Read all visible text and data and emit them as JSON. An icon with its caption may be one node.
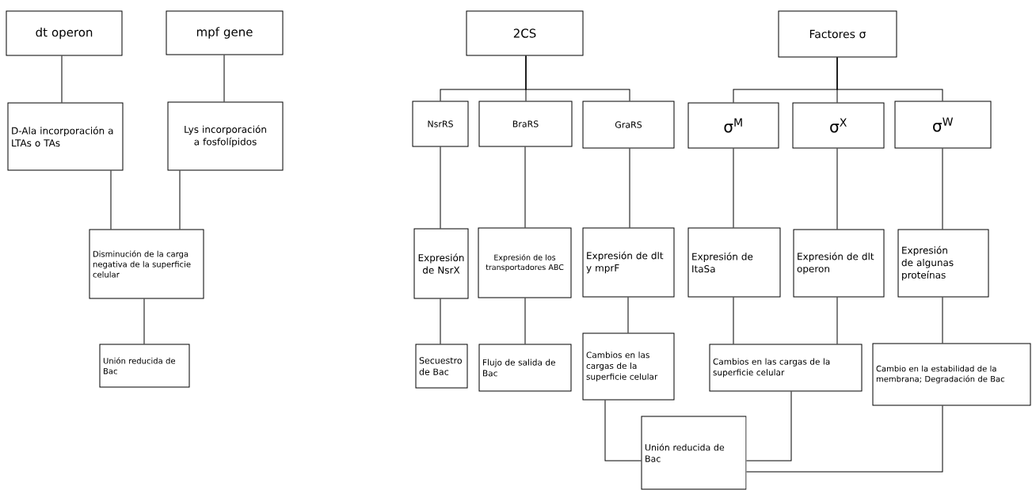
{
  "diagram": {
    "nodes": [
      {
        "text": [
          "dt operon"
        ]
      },
      {
        "text": [
          "mpf gene"
        ]
      },
      {
        "text": [
          "D-Ala incorporación a LTAs o TAs"
        ]
      },
      {
        "text": [
          "Lys incorporación a fosfolípidos"
        ]
      },
      {
        "text": [
          "Disminución de la carga negativa de la superficie celular"
        ]
      },
      {
        "text": [
          "Unión reducida de Bac"
        ]
      },
      {
        "text": [
          "2CS"
        ]
      },
      {
        "text": [
          "Factores σ"
        ]
      },
      {
        "text": [
          "NsrRS"
        ]
      },
      {
        "text": [
          "BraRS"
        ]
      },
      {
        "text": [
          "GraRS"
        ]
      },
      {
        "text": [
          "σ$^{M}$"
        ]
      },
      {
        "text": [
          "σ$^{X}$"
        ]
      },
      {
        "text": [
          "σ$^{W}$"
        ]
      },
      {
        "text": [
          "Expresión de NsrX"
        ]
      },
      {
        "text": [
          "Expresión de los transportadores ABC"
        ]
      },
      {
        "text": [
          "Expresión de dlt y mprF"
        ]
      },
      {
        "text": [
          "Expresión de ItaSa"
        ]
      },
      {
        "text": [
          "Expresión de dlt operon"
        ]
      },
      {
        "text": [
          "Expresión de algunas proteínas"
        ]
      },
      {
        "text": [
          "Secuestro de Bac"
        ]
      },
      {
        "text": [
          "Flujo de salida de Bac"
        ]
      },
      {
        "text": [
          "Cambios en las cargas de la superficie celular"
        ]
      },
      {
        "text": [
          "Cambios en las cargas de la superficie celular"
        ]
      },
      {
        "text": [
          "Cambio en la estabilidad de la membrana; Degradación de Bac"
        ]
      },
      {
        "text": [
          "Unión reducida de Bac"
        ]
      }
    ],
    "edges": [
      {
        "from": 0,
        "to": 2,
        "arrow": "none"
      },
      {
        "from": 1,
        "to": 3,
        "arrow": "none"
      },
      {
        "from": 2,
        "to": 4,
        "arrow": "none"
      },
      {
        "from": 3,
        "to": 4,
        "arrow": "none"
      },
      {
        "from": 4,
        "to": 5,
        "arrow": "none"
      },
      {
        "from": 6,
        "to": 8,
        "arrow": "none"
      },
      {
        "from": 6,
        "to": 9,
        "arrow": "none"
      },
      {
        "from": 6,
        "to": 10,
        "arrow": "none"
      },
      {
        "from": 7,
        "to": 11,
        "arrow": "none"
      },
      {
        "from": 7,
        "to": 12,
        "arrow": "none"
      },
      {
        "from": 7,
        "to": 13,
        "arrow": "none"
      },
      {
        "from": 8,
        "to": 14,
        "arrow": "none"
      },
      {
        "from": 9,
        "to": 15,
        "arrow": "none"
      },
      {
        "from": 10,
        "to": 16,
        "arrow": "none"
      },
      {
        "from": 11,
        "to": 17,
        "arrow": "none"
      },
      {
        "from": 12,
        "to": 18,
        "arrow": "none"
      },
      {
        "from": 13,
        "to": 19,
        "arrow": "none"
      },
      {
        "from": 14,
        "to": 20,
        "arrow": "none"
      },
      {
        "from": 15,
        "to": 21,
        "arrow": "none"
      },
      {
        "from": 16,
        "to": 22,
        "arrow": "none"
      },
      {
        "from": 17,
        "to": 23,
        "arrow": "none"
      },
      {
        "from": 18,
        "to": 23,
        "arrow": "none"
      },
      {
        "from": 19,
        "to": 24,
        "arrow": "none"
      },
      {
        "from": 22,
        "to": 25,
        "arrow": "none"
      },
      {
        "from": 23,
        "to": 25,
        "arrow": "none"
      },
      {
        "from": 24,
        "to": 25,
        "arrow": "none"
      }
    ]
  }
}
